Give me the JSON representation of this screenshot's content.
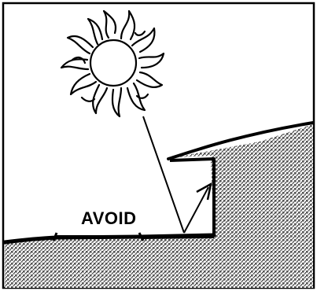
{
  "figure": {
    "label": "AVOID"
  },
  "icons": {
    "sun": "sun-icon",
    "building": "building-icon",
    "ground": "ground-surface",
    "sun_ray": "sun-ray-line",
    "reflected_ray": "reflected-ray-arrow"
  },
  "colors": {
    "ink": "#000000",
    "paper": "#ffffff",
    "stipple": "#9a9a9a"
  }
}
